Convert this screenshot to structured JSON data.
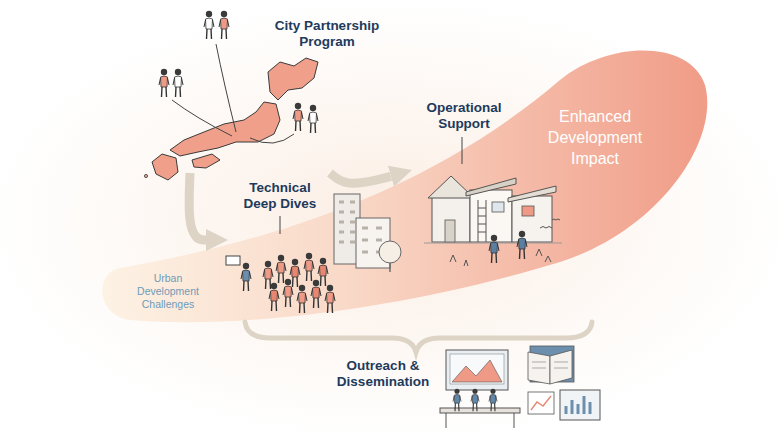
{
  "diagram": {
    "nodes": [
      {
        "text": [
          "City Partnership Program"
        ]
      },
      {
        "text": [
          "Technical Deep Dives"
        ]
      },
      {
        "text": [
          "Operational Support"
        ]
      },
      {
        "text": [
          "Outreach & Dissemination"
        ]
      }
    ],
    "edges": [
      {
        "from": 0,
        "to": 1,
        "arrow": "to"
      },
      {
        "from": 0,
        "to": 2,
        "arrow": "to"
      }
    ],
    "labels": [
      "Urban Development Challenges",
      "Enhanced Development Impact"
    ]
  }
}
